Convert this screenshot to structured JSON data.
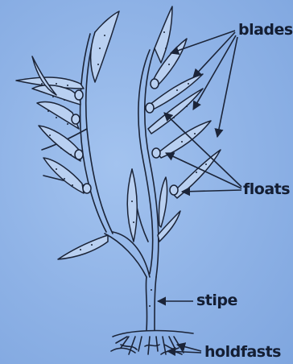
{
  "labels": {
    "blades": "blades",
    "floats": "floats",
    "stipe": "stipe",
    "holdfasts": "holdfasts"
  },
  "colors": {
    "background": "#8fb3e6",
    "ink": "#1b2438",
    "blade_fill": "#b9d0f1"
  }
}
